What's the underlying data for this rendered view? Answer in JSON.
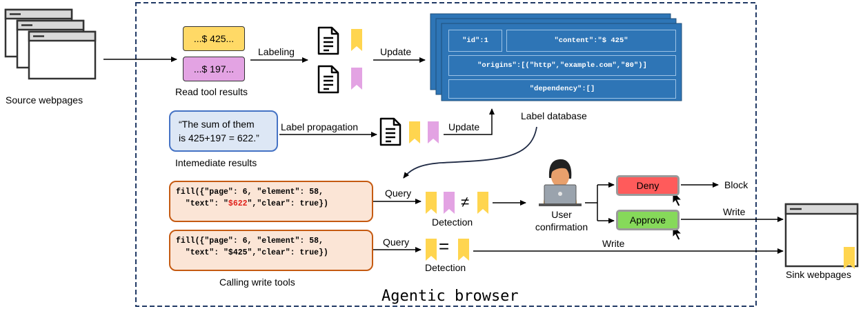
{
  "source": {
    "label": "Source webpages"
  },
  "sink": {
    "label": "Sink webpages"
  },
  "read": {
    "items": [
      "...$ 425...",
      "...$ 197..."
    ],
    "caption": "Read tool results",
    "colors": {
      "yellow": "#ffd966",
      "pink": "#e3a3e3"
    }
  },
  "edges": {
    "labeling": "Labeling",
    "update1": "Update",
    "label_propagation": "Label propagation",
    "update2": "Update",
    "query1": "Query",
    "query2": "Query",
    "block": "Block",
    "write1": "Write",
    "write2": "Write"
  },
  "database": {
    "caption": "Label database",
    "id": "\"id\":1",
    "content": "\"content\":\"$ 425\"",
    "origins": "\"origins\":[(\"http\",\"example.com\",\"80\")]",
    "dependency": "\"dependency\":[]"
  },
  "intermediate": {
    "text_line1": "“The sum of them",
    "text_line2": "is 425+197 = 622.”",
    "caption": "Intemediate results"
  },
  "write_tools": {
    "call1_line1": "fill({\"page\": 6, \"element\": 58,",
    "call1_line2a": "  \"text\": \"",
    "call1_value": "$622",
    "call1_line2b": "\",\"clear\": true})",
    "call2_line1": "fill({\"page\": 6, \"element\": 58,",
    "call2_line2": "  \"text\": \"$425\",\"clear\": true})",
    "caption": "Calling write tools"
  },
  "detection": {
    "label1": "Detection",
    "label2": "Detection",
    "neq": "≠",
    "eq": "="
  },
  "user": {
    "line1": "User",
    "line2": "confirmation"
  },
  "buttons": {
    "deny": "Deny",
    "approve": "Approve",
    "deny_color": "#ff5b5b",
    "approve_color": "#86d95a"
  },
  "frame": {
    "label": "Agentic browser"
  },
  "colors": {
    "db_blue": "#2e75b6",
    "code_fill": "#fbe5d6",
    "code_border": "#c55a11",
    "inter_fill": "#dde7f5",
    "inter_border": "#4472c4"
  }
}
